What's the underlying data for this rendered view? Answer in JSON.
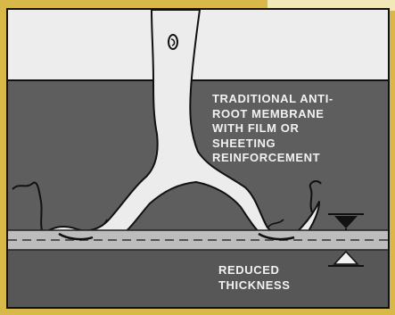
{
  "diagram": {
    "membrane_label_lines": [
      "TRADITIONAL ANTI-",
      "ROOT MEMBRANE",
      "WITH FILM OR",
      "SHEETING",
      "REINFORCEMENT"
    ],
    "reduced_label_lines": [
      "REDUCED",
      "THICKNESS"
    ],
    "colors": {
      "frame": "#d9b84a",
      "background": "#ededed",
      "soil": "#5e5e5e",
      "root": "#ececec",
      "outline": "#111111",
      "membrane_layer": "#bdbdbd",
      "lower_layer": "#575757",
      "label_text": "#f2f2f2"
    },
    "icons": [
      "thickness-arrow-down-icon",
      "thickness-arrow-up-icon"
    ]
  }
}
